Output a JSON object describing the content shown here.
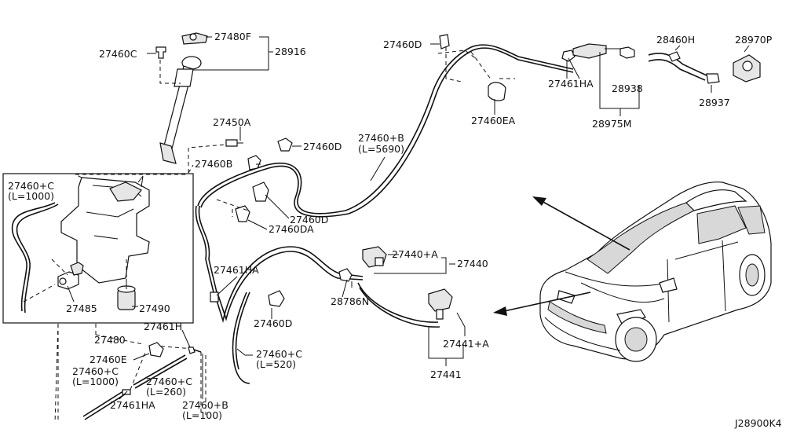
{
  "diagram_code": "J28900K4",
  "labels": {
    "l27460C_top": "27460C",
    "l27480F": "27480F",
    "l28916": "28916",
    "l27460D_top": "27460D",
    "l28460H": "28460H",
    "l28970P": "28970P",
    "l27461HA_top": "27461HA",
    "l28938": "28938",
    "l28937": "28937",
    "l27460EA": "27460EA",
    "l28975M": "28975M",
    "l27450A": "27450A",
    "l27460Bplus_1": "27460+B",
    "l27460Bplus_1L": "(L=5690)",
    "l27460D_mid": "27460D",
    "l27460B": "27460B",
    "l27460Cplus_box": "27460+C",
    "l27460Cplus_boxL": "(L=1000)",
    "l27460D_mid2": "27460D",
    "l27460DA": "27460DA",
    "l27461HA_mid": "27461HA",
    "l27440plusA": "27440+A",
    "l27440": "27440",
    "l28786N": "28786N",
    "l27485": "27485",
    "l27490": "27490",
    "l27460D_low": "27460D",
    "l27461H": "27461H",
    "l27480": "27480",
    "l27441plusA": "27441+A",
    "l27460E": "27460E",
    "l27460Cplus_b1": "27460+C",
    "l27460Cplus_b1L": "(L=520)",
    "l27441": "27441",
    "l27460Cplus_b2": "27460+C",
    "l27460Cplus_b2L": "(L=1000)",
    "l27460Cplus_b3": "27460+C",
    "l27460Cplus_b3L": "(L=260)",
    "l27461HA_low": "27461HA",
    "l27460Bplus_2": "27460+B",
    "l27460Bplus_2L": "(L=100)"
  }
}
